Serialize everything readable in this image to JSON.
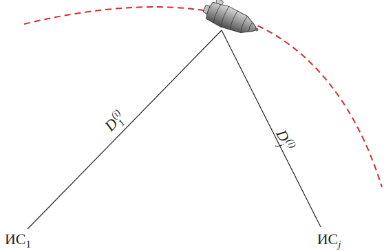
{
  "diagram": {
    "labels": [
      "D1(i)",
      "Dj(i)",
      "ИС1",
      "ИСj"
    ]
  }
}
